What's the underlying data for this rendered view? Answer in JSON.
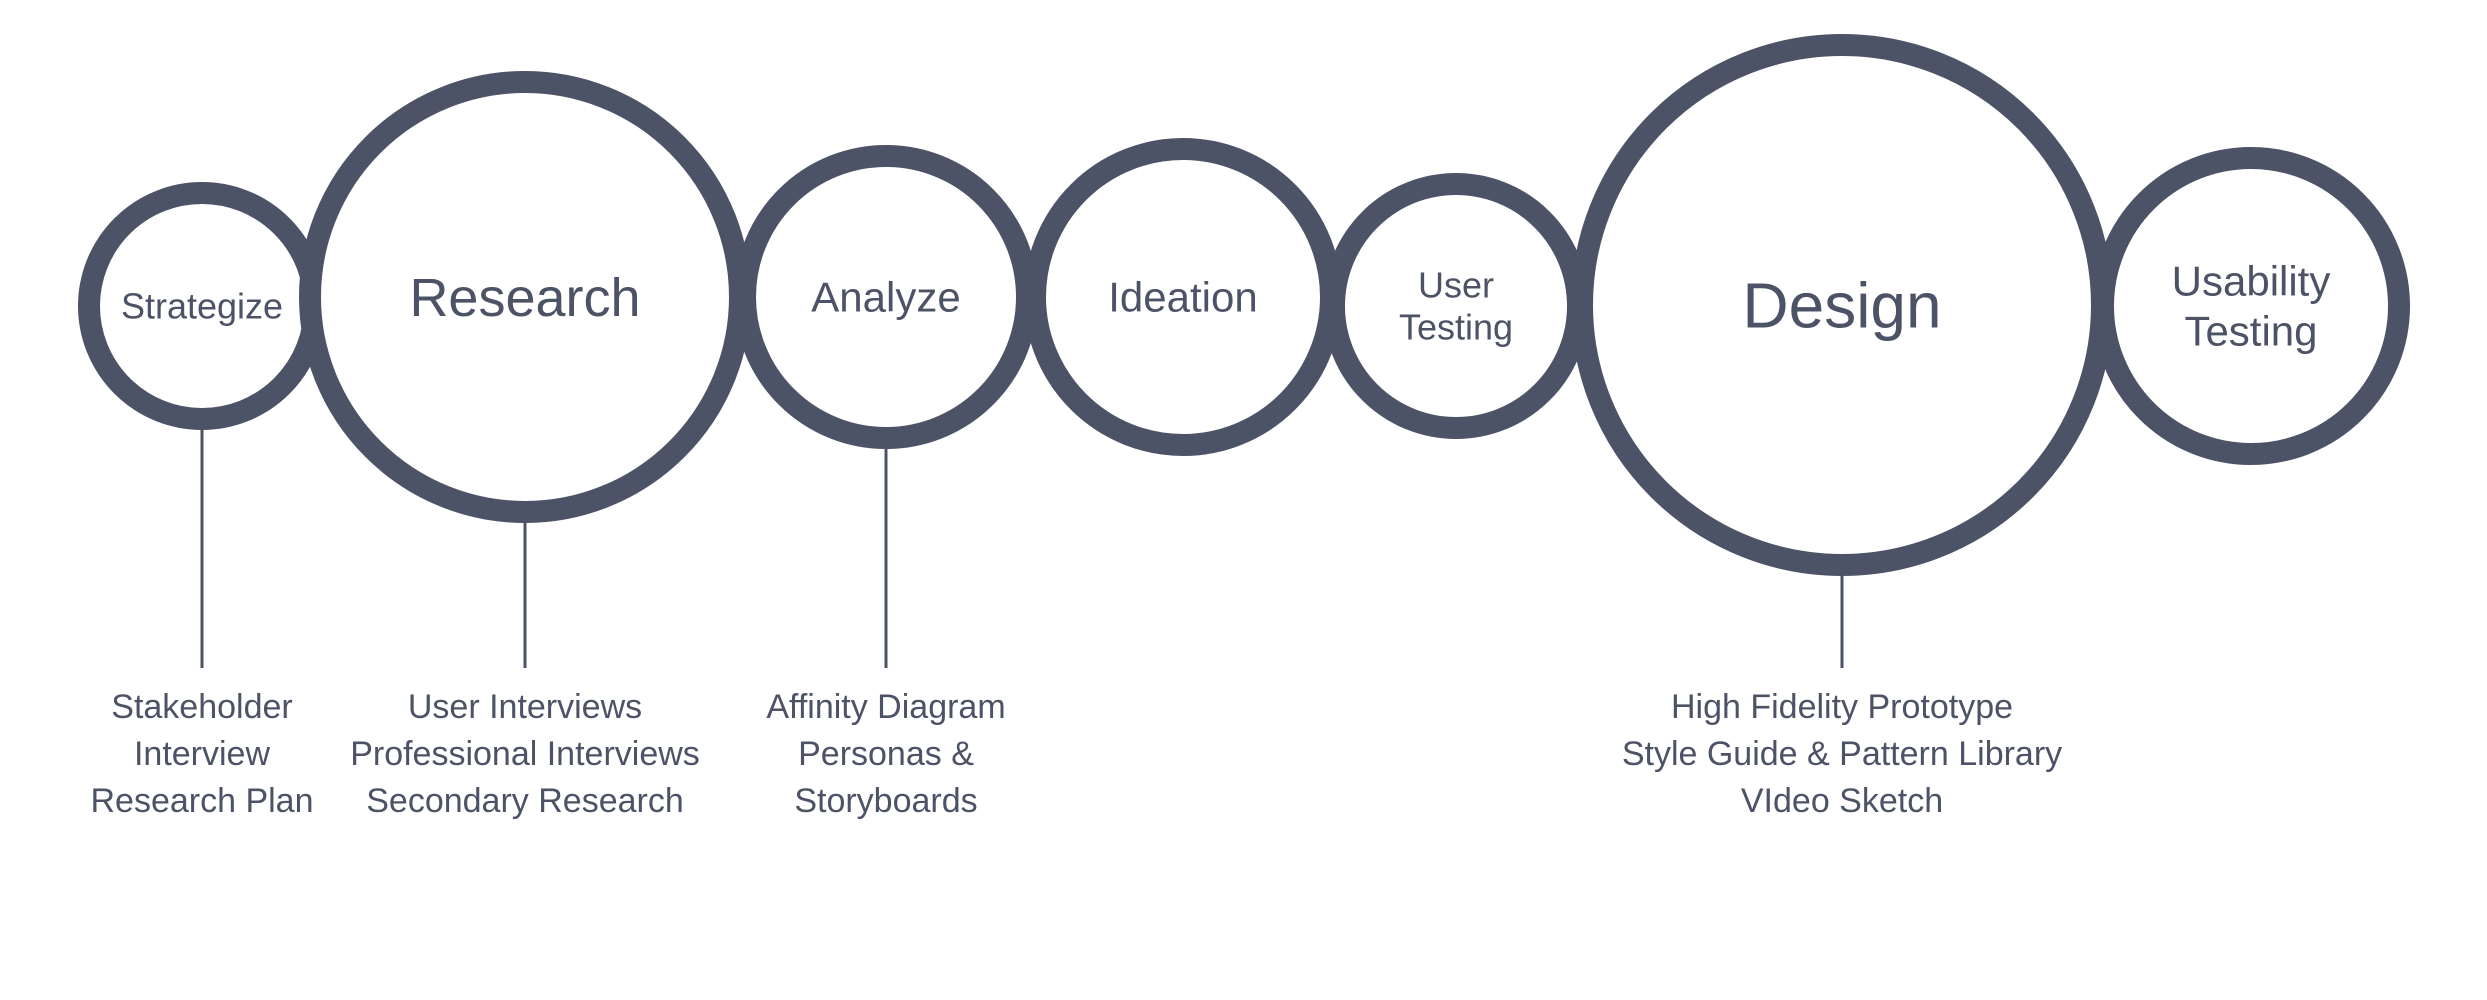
{
  "diagram": {
    "stroke_color": "#4d5366",
    "text_color": "#4d5366",
    "background": "#ffffff",
    "stages": [
      {
        "name": "strategize",
        "label": [
          "Strategize"
        ],
        "details": [
          "Stakeholder",
          "Interview",
          "Research Plan"
        ]
      },
      {
        "name": "research",
        "label": [
          "Research"
        ],
        "details": [
          "User Interviews",
          "Professional Interviews",
          "Secondary Research"
        ]
      },
      {
        "name": "analyze",
        "label": [
          "Analyze"
        ],
        "details": [
          "Affinity Diagram",
          "Personas &",
          "Storyboards"
        ]
      },
      {
        "name": "ideation",
        "label": [
          "Ideation"
        ],
        "details": []
      },
      {
        "name": "user-testing",
        "label": [
          "User",
          "Testing"
        ],
        "details": []
      },
      {
        "name": "design",
        "label": [
          "Design"
        ],
        "details": [
          "High Fidelity Prototype",
          "Style Guide & Pattern Library",
          "VIdeo Sketch"
        ]
      },
      {
        "name": "usability-testing",
        "label": [
          "Usability",
          "Testing"
        ],
        "details": []
      }
    ]
  }
}
